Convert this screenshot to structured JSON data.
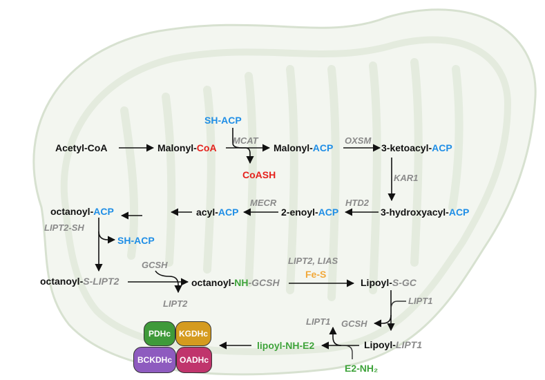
{
  "colors": {
    "black": "#111111",
    "acp_blue": "#1f8ee6",
    "coa_red": "#e5211c",
    "gray": "#8a8a8a",
    "green": "#3ea33a",
    "orange": "#f2a93b",
    "mito_outer": "#f2f5ef",
    "mito_stroke": "#d9e3d3",
    "pdhc": "#3f9a3a",
    "kgdhc": "#d59b1f",
    "bckdhc": "#8e5bbf",
    "oadhc": "#c0356c"
  },
  "metabolites": {
    "acetyl_coa": "Acetyl-CoA",
    "malonyl_coa": {
      "prefix": "Malonyl-",
      "suffix": "CoA"
    },
    "sh_acp_top": "SH-ACP",
    "coash": "CoASH",
    "malonyl_acp": {
      "prefix": "Malonyl-",
      "suffix": "ACP"
    },
    "ketoacyl_acp": {
      "prefix": "3-ketoacyl-",
      "suffix": "ACP"
    },
    "hydroxyacyl_acp": {
      "prefix": "3-hydroxyacyl-",
      "suffix": "ACP"
    },
    "enoyl_acp": {
      "prefix": "2-enoyl-",
      "suffix": "ACP"
    },
    "acyl_acp": {
      "prefix": "acyl-",
      "suffix": "ACP"
    },
    "octanoyl_acp": {
      "prefix": "octanoyl-",
      "suffix": "ACP"
    },
    "sh_acp_left": "SH-ACP",
    "octanoyl_s_lipt2": {
      "prefix": "octanoyl-",
      "suffix": "S-LIPT2"
    },
    "octanoyl_nh_gcsh": {
      "prefix": "octanoyl-",
      "mid": "NH",
      "suffix": "-GCSH"
    },
    "lipoyl_s_gc": {
      "prefix": "Lipoyl-",
      "suffix": "S-GC"
    },
    "lipoyl_lipt1": {
      "prefix": "Lipoyl-",
      "suffix": "LIPT1"
    },
    "lipoyl_nh_e2": "lipoyl-NH-E2",
    "e2_nh2": "E2-NH₂",
    "fe_s": "Fe-S"
  },
  "enzymes": {
    "mcat": "MCAT",
    "oxsm": "OXSM",
    "kar1": "KAR1",
    "htd2": "HTD2",
    "mecr": "MECR",
    "lipt2_sh": "LIPT2-SH",
    "gcsh": "GCSH",
    "lipt2": "LIPT2",
    "lipt2_lias": "LIPT2, LIAS",
    "lipt1_right": "LIPT1",
    "gcsh_right": "GCSH",
    "lipt1_left": "LIPT1"
  },
  "complexes": {
    "pdhc": "PDHc",
    "kgdhc": "KGDHc",
    "bckdhc": "BCKDHc",
    "oadhc": "OADHc"
  }
}
